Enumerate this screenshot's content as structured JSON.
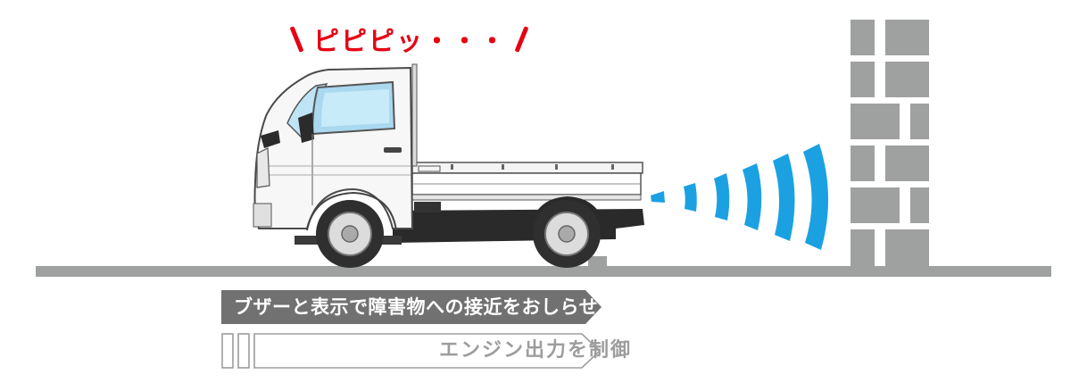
{
  "alert_text": "ピピピッ・・・",
  "labels": {
    "active": "ブザーと表示で障害物への接近をおしらせ",
    "inactive": "エンジン出力を制御"
  },
  "colors": {
    "alert": "#e60012",
    "wave": "#1ba1e2",
    "wall": "#9fa0a0",
    "ground": "#9fa0a0",
    "active_label_bg": "#727171",
    "inactive_label_border": "#9d9d9d"
  },
  "icons": {
    "vehicle": "kei-truck-illustration",
    "obstacle": "brick-wall",
    "signal": "sensor-waves"
  }
}
